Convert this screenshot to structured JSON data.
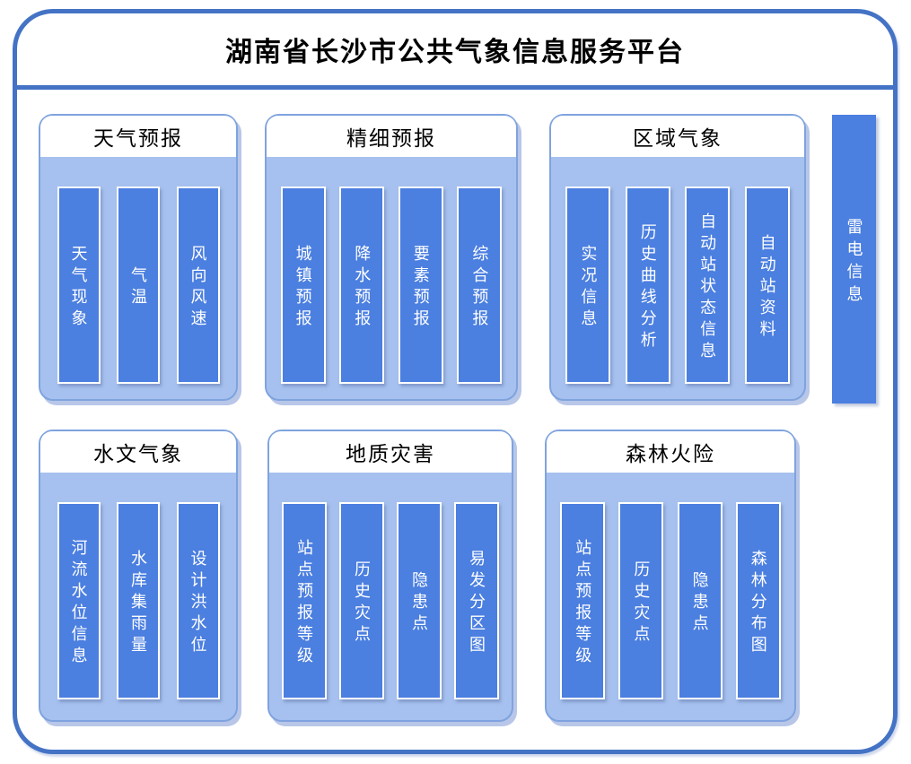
{
  "title": "湖南省长沙市公共气象信息服务平台",
  "panels": [
    {
      "title": "天气预报",
      "items": [
        "天气现象",
        "气温",
        "风向风速"
      ]
    },
    {
      "title": "精细预报",
      "items": [
        "城镇预报",
        "降水预报",
        "要素预报",
        "综合预报"
      ]
    },
    {
      "title": "区域气象",
      "items": [
        "实况信息",
        "历史曲线分析",
        "自动站状态信息",
        "自动站资料"
      ]
    },
    {
      "title": "水文气象",
      "items": [
        "河流水位信息",
        "水库集雨量",
        "设计洪水位"
      ]
    },
    {
      "title": "地质灾害",
      "items": [
        "站点预报等级",
        "历史灾点",
        "隐患点",
        "易发分区图"
      ]
    },
    {
      "title": "森林火险",
      "items": [
        "站点预报等级",
        "历史灾点",
        "隐患点",
        "森林分布图"
      ]
    }
  ],
  "side_bar": {
    "label": "雷电信息"
  },
  "colors": {
    "frame_border": "#4473C5",
    "panel_fill": "#A6C1EF",
    "panel_border": "#7FA3DE",
    "bar_fill": "#4B7FE0",
    "bar_text": "#FFFFFF",
    "title_text": "#000000"
  }
}
